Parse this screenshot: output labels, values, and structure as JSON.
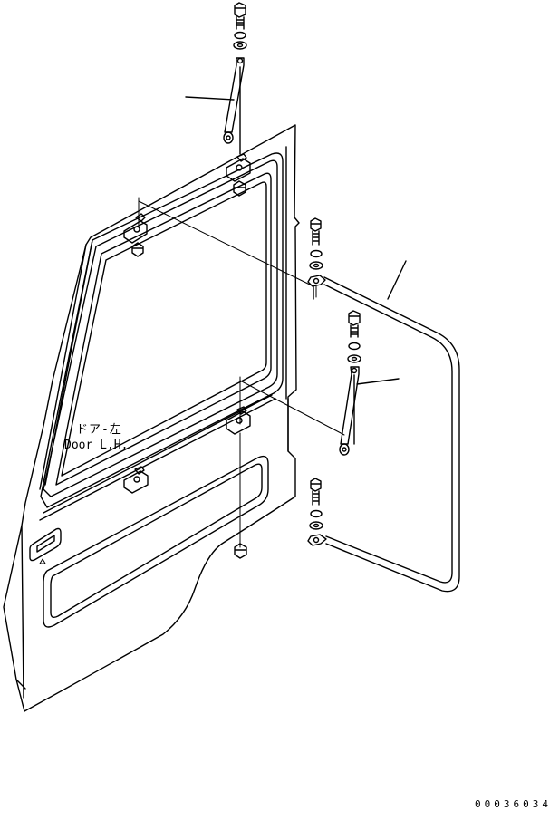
{
  "door_label": {
    "japanese": "ドア-左",
    "english": "Door L.H."
  },
  "drawing_number": "00036034",
  "colors": {
    "line": "#000000",
    "background": "#ffffff"
  }
}
